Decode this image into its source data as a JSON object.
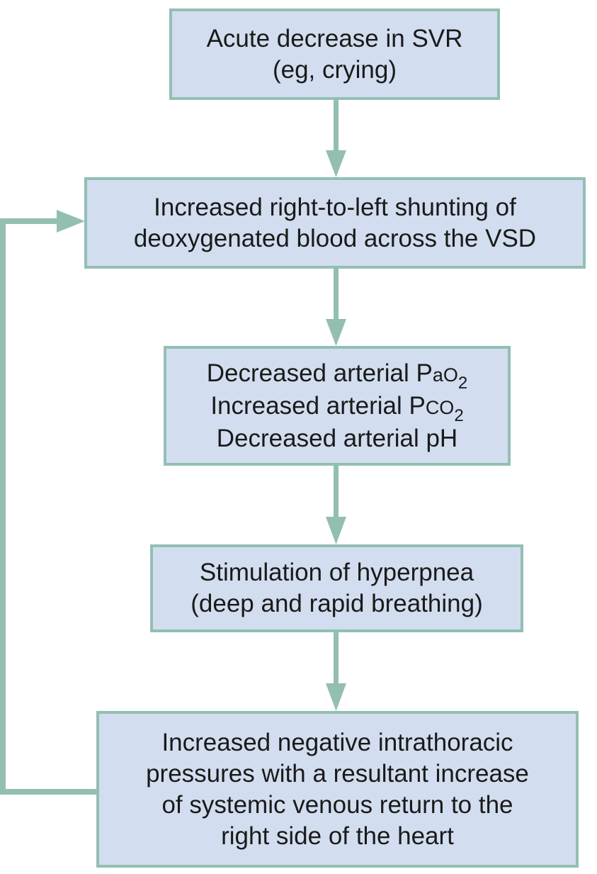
{
  "colors": {
    "box_fill": "#d2deef",
    "box_border": "#93bfb2",
    "arrow": "#93bfb2",
    "text": "#1a1a1a"
  },
  "flowchart": {
    "box1": {
      "line1": "Acute decrease in SVR",
      "line2": "(eg, crying)"
    },
    "box2": {
      "line1": "Increased right-to-left shunting of",
      "line2": "deoxygenated blood across the VSD"
    },
    "box3": {
      "line1": {
        "prefix": "Decreased arterial P",
        "gas": "a",
        "gas_tail": "O",
        "subscript": "2"
      },
      "line2": {
        "prefix": "Increased arterial P",
        "gas": "CO",
        "subscript": "2"
      },
      "line3": "Decreased arterial pH"
    },
    "box4": {
      "line1": "Stimulation of hyperpnea",
      "line2": "(deep and rapid breathing)"
    },
    "box5": {
      "line1": "Increased negative intrathoracic",
      "line2": "pressures with a resultant increase",
      "line3": "of systemic venous return to the",
      "line4": "right side of the heart"
    }
  }
}
